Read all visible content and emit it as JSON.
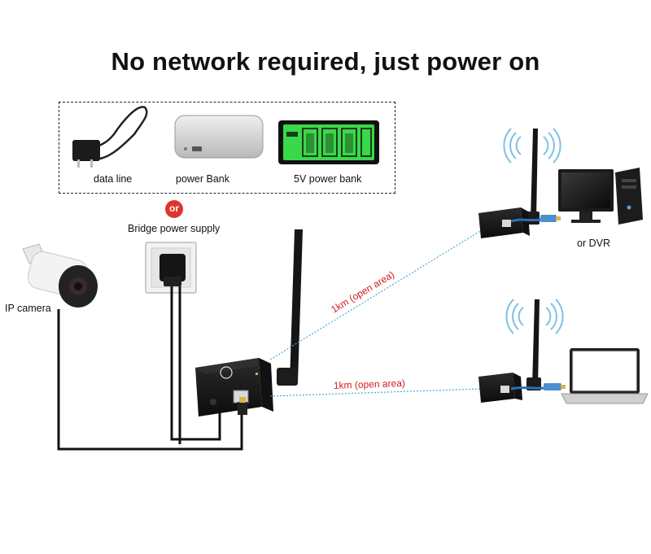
{
  "title": "No network required, just power on",
  "power_options": {
    "data_line": "data line",
    "power_bank": "power Bank",
    "five_v_power_bank": "5V power bank",
    "or_badge": "or",
    "bridge_power_supply": "Bridge power supply"
  },
  "devices": {
    "ip_camera": "IP camera",
    "dvr_label": "or DVR"
  },
  "links": {
    "upper": "1km (open area)",
    "lower": "1km (open area)"
  },
  "colors": {
    "link_line": "#4aa8d8",
    "link_text": "#d21f1f",
    "or_badge": "#e0362a",
    "lcd_green": "#39d94a"
  }
}
